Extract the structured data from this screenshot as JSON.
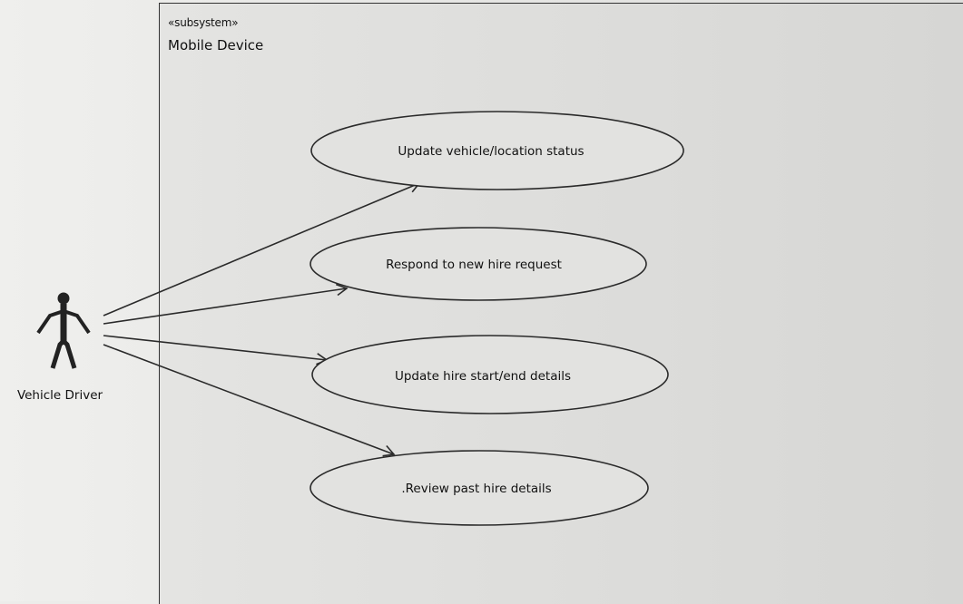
{
  "subsystem": {
    "stereotype": "«subsystem»",
    "name": "Mobile Device"
  },
  "actor": {
    "name": "Vehicle Driver",
    "icon": "stick-figure-icon"
  },
  "use_cases": [
    {
      "label": "Update vehicle/location status"
    },
    {
      "label": "Respond to new hire request"
    },
    {
      "label": "Update hire start/end details"
    },
    {
      "label": ".Review past hire details"
    }
  ],
  "colors": {
    "line": "#2a2a2a",
    "ellipse_fill": "#e2e2e0"
  }
}
